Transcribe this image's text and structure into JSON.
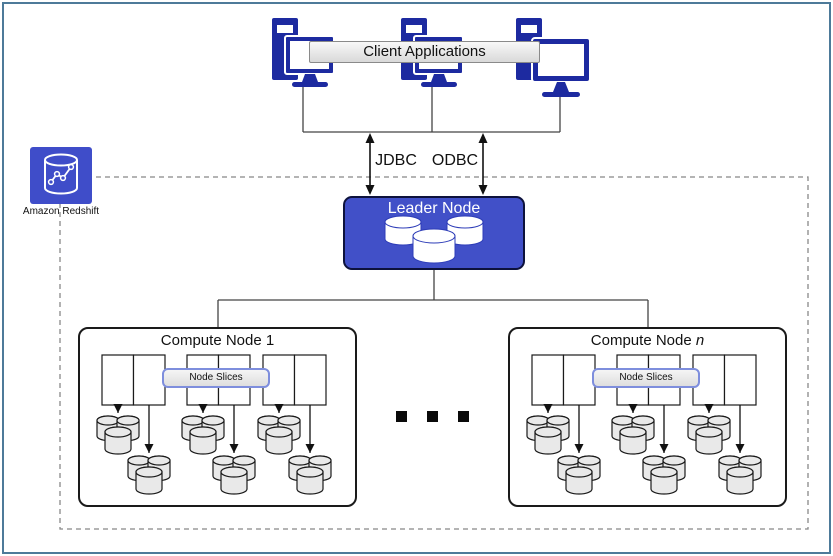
{
  "diagram": {
    "client_tier": {
      "label": "Client Applications",
      "computer_count": 3
    },
    "connections": {
      "jdbc_label": "JDBC",
      "odbc_label": "ODBC"
    },
    "redshift": {
      "label": "Amazon Redshift",
      "fill": "#3f4dc9"
    },
    "leader_node": {
      "title": "Leader Node",
      "fill": "#4150c8",
      "cylinder_count": 3
    },
    "ellipsis": {
      "dot_count": 3
    },
    "compute_nodes": [
      {
        "title_prefix": "Compute Node ",
        "title_suffix": "1",
        "suffix_italic": false,
        "slices_label": "Node Slices",
        "slice_count": 6,
        "disk_cluster_count": 6
      },
      {
        "title_prefix": "Compute Node ",
        "title_suffix": "n",
        "suffix_italic": true,
        "slices_label": "Node Slices",
        "slice_count": 6,
        "disk_cluster_count": 6
      }
    ],
    "colors": {
      "outer_border": "#4d7a99",
      "icon_navy": "#1d2aa0",
      "cylinder_gray": "#e9e9e9",
      "node_slices_border": "#7e8edd",
      "dashed_border": "#888888",
      "connector_line": "#444444"
    }
  }
}
